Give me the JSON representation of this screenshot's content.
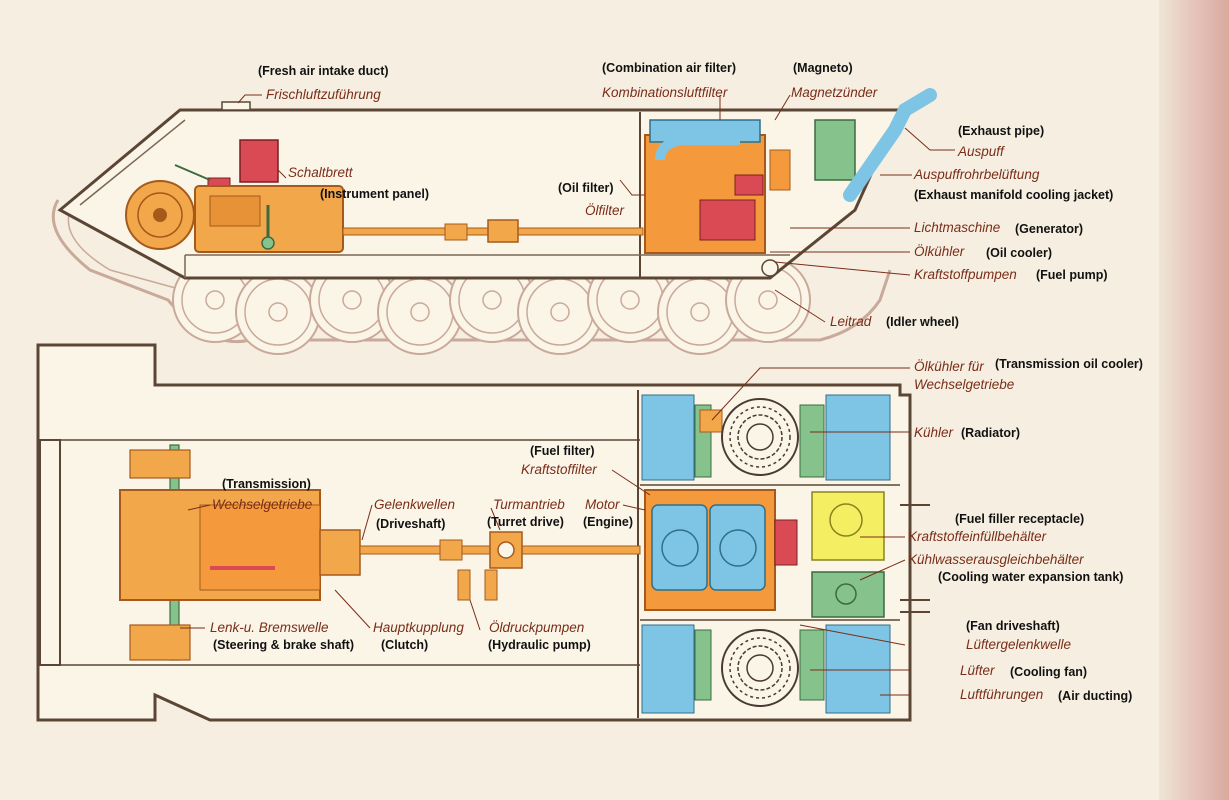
{
  "colors": {
    "background": "#f6efe1",
    "hull_fill": "#fbf5e8",
    "hull_outline": "#5b4636",
    "drivetrain": "#f2a74a",
    "engine": "#f59a3c",
    "electrical": "#d94a55",
    "green_components": "#86c28c",
    "radiator": "#7ec4e4",
    "fuel_filler": "#f3ee62",
    "label_german": "#7a2d18",
    "label_english": "#111111"
  },
  "labels": {
    "fresh_air_en": "(Fresh air intake duct)",
    "fresh_air_de": "Frischluftzuführung",
    "combo_filter_en": "(Combination air filter)",
    "combo_filter_de": "Kombinationsluftfilter",
    "magneto_en": "(Magneto)",
    "magneto_de": "Magnetzünder",
    "exhaust_en": "(Exhaust pipe)",
    "exhaust_de": "Auspuff",
    "exhaust_vent_de": "Auspuffrohrbelüftung",
    "exhaust_vent_en": "(Exhaust manifold cooling jacket)",
    "instrument_de": "Schaltbrett",
    "instrument_en": "(Instrument panel)",
    "oil_filter_en": "(Oil filter)",
    "oil_filter_de": "Ölfilter",
    "generator_de": "Lichtmaschine",
    "generator_en": "(Generator)",
    "oil_cooler_de": "Ölkühler",
    "oil_cooler_en": "(Oil cooler)",
    "fuel_pump_de": "Kraftstoffpumpen",
    "fuel_pump_en": "(Fuel pump)",
    "idler_de": "Leitrad",
    "idler_en": "(Idler wheel)",
    "trans_cooler_de1": "Ölkühler für",
    "trans_cooler_en": "(Transmission oil cooler)",
    "trans_cooler_de2": "Wechselgetriebe",
    "radiator_de": "Kühler",
    "radiator_en": "(Radiator)",
    "fuel_filter_en": "(Fuel filter)",
    "fuel_filter_de": "Kraftstoffilter",
    "transmission_en": "(Transmission)",
    "transmission_de": "Wechselgetriebe",
    "driveshaft_de": "Gelenkwellen",
    "driveshaft_en": "(Driveshaft)",
    "turret_drive_de": "Turmantrieb",
    "turret_drive_en": "(Turret drive)",
    "engine_de": "Motor",
    "engine_en": "(Engine)",
    "fuel_filler_en": "(Fuel filler receptacle)",
    "fuel_filler_de": "Kraftstoffeinfüllbehälter",
    "coolant_tank_de": "Kühlwasserausgleichbehälter",
    "coolant_tank_en": "(Cooling water expansion tank)",
    "steering_de": "Lenk-u. Bremswelle",
    "steering_en": "(Steering & brake shaft)",
    "clutch_de": "Hauptkupplung",
    "clutch_en": "(Clutch)",
    "hydraulic_de": "Öldruckpumpen",
    "hydraulic_en": "(Hydraulic pump)",
    "fan_driveshaft_en": "(Fan driveshaft)",
    "fan_driveshaft_de": "Lüftergelenkwelle",
    "fan_de": "Lüfter",
    "fan_en": "(Cooling fan)",
    "air_duct_de": "Luftführungen",
    "air_duct_en": "(Air ducting)"
  }
}
